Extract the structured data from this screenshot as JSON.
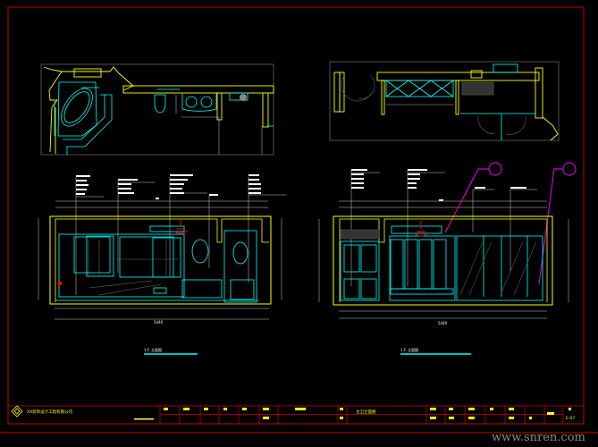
{
  "drawing": {
    "left_elevation_title": "1.F. 立面图",
    "right_elevation_title": "1.F. 立面图",
    "left_total_dimension": "5440",
    "right_total_dimension": "5440"
  },
  "title_block": {
    "company": "XX装饰设计工程有限公司",
    "drawing_name": "主卫立面图",
    "sheet_no": "E-07"
  },
  "watermark": "www.snren.com",
  "colors": {
    "background": "#000000",
    "frame": "#cc0000",
    "wall": "#ffff00",
    "furniture": "#00ffff",
    "annotation": "#ffffff",
    "callout": "#ff00ff",
    "fixture": "#ff0000"
  }
}
